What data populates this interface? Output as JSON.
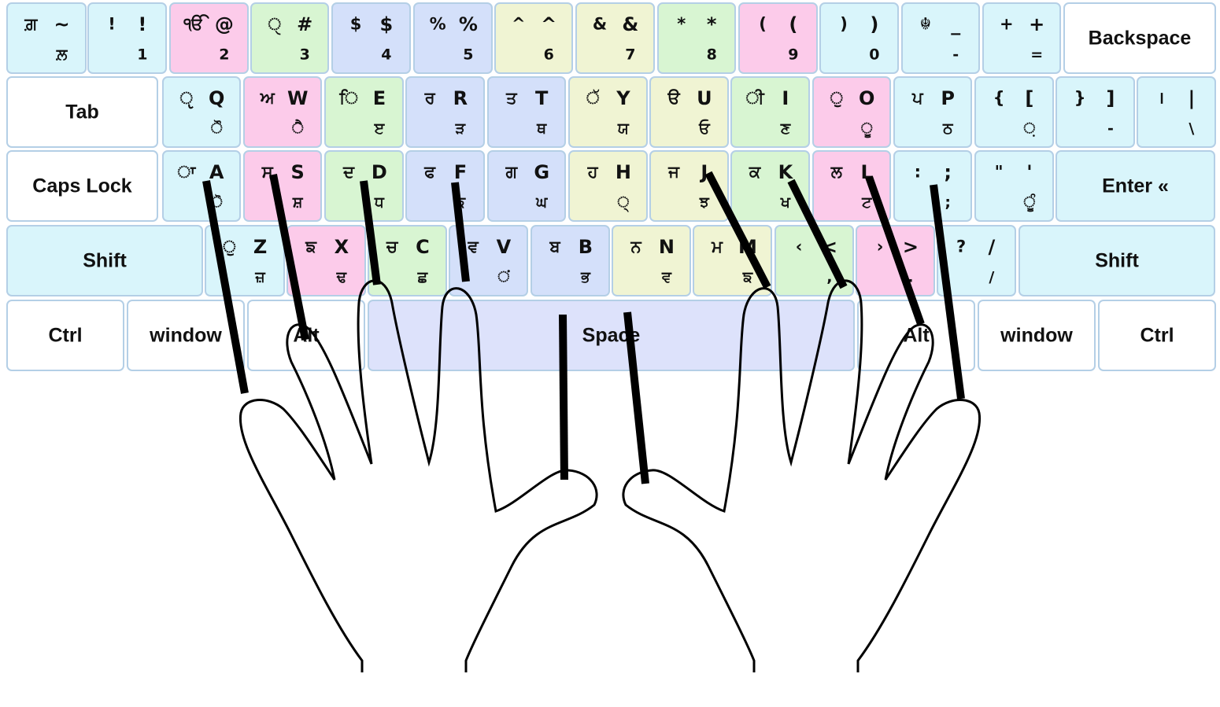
{
  "colors": {
    "cyan": "#d9f5fb",
    "pink": "#fccbea",
    "green": "#d8f5d2",
    "blue": "#d4e0fa",
    "yellow": "#f0f4d3",
    "white": "#ffffff",
    "space": "#dde2fb",
    "border": "#b4cfe6",
    "finger_lines": "#000000"
  },
  "rows": [
    [
      {
        "id": "backtick",
        "tl": "ਗ਼",
        "tr": "~",
        "br": "ਲ਼",
        "color": "cyan"
      },
      {
        "id": "1",
        "tl": "!",
        "tr": "!",
        "br": "1",
        "color": "cyan"
      },
      {
        "id": "2",
        "tl": "ੴ",
        "tr": "@",
        "br": "2",
        "color": "pink"
      },
      {
        "id": "3",
        "tl": "ੑ",
        "tr": "#",
        "br": "3",
        "color": "green"
      },
      {
        "id": "4",
        "tl": "$",
        "tr": "$",
        "br": "4",
        "color": "blue"
      },
      {
        "id": "5",
        "tl": "%",
        "tr": "%",
        "br": "5",
        "color": "blue"
      },
      {
        "id": "6",
        "tl": "^",
        "tr": "^",
        "br": "6",
        "color": "yellow"
      },
      {
        "id": "7",
        "tl": "&",
        "tr": "&",
        "br": "7",
        "color": "yellow"
      },
      {
        "id": "8",
        "tl": "*",
        "tr": "*",
        "br": "8",
        "color": "green"
      },
      {
        "id": "9",
        "tl": "(",
        "tr": "(",
        "br": "9",
        "color": "pink"
      },
      {
        "id": "0",
        "tl": ")",
        "tr": ")",
        "br": "0",
        "color": "cyan"
      },
      {
        "id": "minus",
        "tl": "☬",
        "tr": "_",
        "br": "-",
        "color": "cyan"
      },
      {
        "id": "equals",
        "tl": "+",
        "tr": "+",
        "br": "=",
        "color": "cyan"
      },
      {
        "id": "backspace",
        "label": "Backspace",
        "color": "white"
      }
    ],
    [
      {
        "id": "tab",
        "label": "Tab",
        "color": "white"
      },
      {
        "id": "q",
        "tl": "ੵ",
        "tr": "Q",
        "br": "ੌ",
        "color": "cyan"
      },
      {
        "id": "w",
        "tl": "ਅ",
        "tr": "W",
        "br": "ੈ",
        "color": "pink"
      },
      {
        "id": "e",
        "tl": "ਿ",
        "tr": "E",
        "br": "ੲ",
        "color": "green"
      },
      {
        "id": "r",
        "tl": "ਰ",
        "tr": "R",
        "br": "ੜ",
        "color": "blue"
      },
      {
        "id": "t",
        "tl": "ਤ",
        "tr": "T",
        "br": "ਥ",
        "color": "blue"
      },
      {
        "id": "y",
        "tl": "ੱ",
        "tr": "Y",
        "br": "ਯ",
        "color": "yellow"
      },
      {
        "id": "u",
        "tl": "ੳ",
        "tr": "U",
        "br": "ਓ",
        "color": "yellow"
      },
      {
        "id": "i",
        "tl": "ੀ",
        "tr": "I",
        "br": "ਣ",
        "color": "green"
      },
      {
        "id": "o",
        "tl": "ੁ",
        "tr": "O",
        "br": "ੂ",
        "color": "pink"
      },
      {
        "id": "p",
        "tl": "ਪ",
        "tr": "P",
        "br": "ਠ",
        "color": "cyan"
      },
      {
        "id": "lbracket",
        "tl": "{",
        "tr": "[",
        "br": "਼",
        "color": "cyan"
      },
      {
        "id": "rbracket",
        "tl": "}",
        "tr": "]",
        "br": "-",
        "color": "cyan"
      },
      {
        "id": "backslash",
        "tl": "।",
        "tr": "|",
        "br": "\\",
        "color": "cyan"
      }
    ],
    [
      {
        "id": "caps",
        "label": "Caps Lock",
        "color": "white"
      },
      {
        "id": "a",
        "tl": "ਾ",
        "tr": "A",
        "br": "ੋ",
        "color": "cyan"
      },
      {
        "id": "s",
        "tl": "ਸ",
        "tr": "S",
        "br": "ਸ਼",
        "color": "pink"
      },
      {
        "id": "d",
        "tl": "ਦ",
        "tr": "D",
        "br": "ਧ",
        "color": "green"
      },
      {
        "id": "f",
        "tl": "ਫ",
        "tr": "F",
        "br": "ਙ",
        "color": "blue"
      },
      {
        "id": "g",
        "tl": "ਗ",
        "tr": "G",
        "br": "ਘ",
        "color": "blue"
      },
      {
        "id": "h",
        "tl": "ਹ",
        "tr": "H",
        "br": "੍",
        "color": "yellow"
      },
      {
        "id": "j",
        "tl": "ਜ",
        "tr": "J",
        "br": "ਝ",
        "color": "yellow"
      },
      {
        "id": "k",
        "tl": "ਕ",
        "tr": "K",
        "br": "ਖ",
        "color": "green"
      },
      {
        "id": "l",
        "tl": "ਲ",
        "tr": "L",
        "br": "ਟ",
        "color": "pink"
      },
      {
        "id": "semicolon",
        "tl": ":",
        "tr": ";",
        "br": ";",
        "color": "cyan"
      },
      {
        "id": "quote",
        "tl": "\"",
        "tr": "'",
        "br": "ੂੰ",
        "color": "cyan"
      },
      {
        "id": "enter",
        "label": "Enter «",
        "color": "cyan"
      }
    ],
    [
      {
        "id": "lshift",
        "label": "Shift",
        "color": "cyan"
      },
      {
        "id": "z",
        "tl": "ੁ",
        "tr": "Z",
        "br": "ਜ਼",
        "color": "cyan"
      },
      {
        "id": "x",
        "tl": "ਙ",
        "tr": "X",
        "br": "ਢ",
        "color": "pink"
      },
      {
        "id": "c",
        "tl": "ਚ",
        "tr": "C",
        "br": "ਛ",
        "color": "green"
      },
      {
        "id": "v",
        "tl": "ਵ",
        "tr": "V",
        "br": "ਂ",
        "color": "blue"
      },
      {
        "id": "b",
        "tl": "ਬ",
        "tr": "B",
        "br": "ਭ",
        "color": "blue"
      },
      {
        "id": "n",
        "tl": "ਨ",
        "tr": "N",
        "br": "ਵ",
        "color": "yellow"
      },
      {
        "id": "m",
        "tl": "ਮ",
        "tr": "M",
        "br": "ਙ",
        "color": "yellow"
      },
      {
        "id": "comma",
        "tl": "‹",
        "tr": "<",
        "br": ",",
        "color": "green"
      },
      {
        "id": "period",
        "tl": "›",
        "tr": ">",
        "br": ".",
        "color": "pink"
      },
      {
        "id": "slash",
        "tl": "?",
        "tr": "/",
        "br": "/",
        "color": "cyan"
      },
      {
        "id": "rshift",
        "label": "Shift",
        "color": "cyan"
      }
    ],
    [
      {
        "id": "lctrl",
        "label": "Ctrl",
        "color": "white"
      },
      {
        "id": "lwin",
        "label": "window",
        "color": "white"
      },
      {
        "id": "lalt",
        "label": "Alt",
        "color": "white"
      },
      {
        "id": "space",
        "label": "Space",
        "color": "space"
      },
      {
        "id": "ralt",
        "label": "Alt",
        "color": "white"
      },
      {
        "id": "rwin",
        "label": "window",
        "color": "white"
      },
      {
        "id": "rctrl",
        "label": "Ctrl",
        "color": "white"
      }
    ]
  ],
  "hands_illustration": {
    "description_icon": "hands-outline-icon",
    "finger_line_count": 10
  }
}
